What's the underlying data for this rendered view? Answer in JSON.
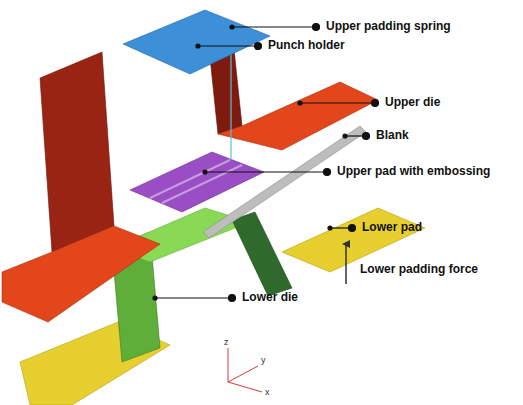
{
  "diagram": {
    "labels": [
      "Upper padding spring",
      "Punch holder",
      "Upper die",
      "Blank",
      "Upper pad with embossing",
      "Lower pad",
      "Lower padding force",
      "Lower die",
      "z",
      "y",
      "x"
    ]
  }
}
